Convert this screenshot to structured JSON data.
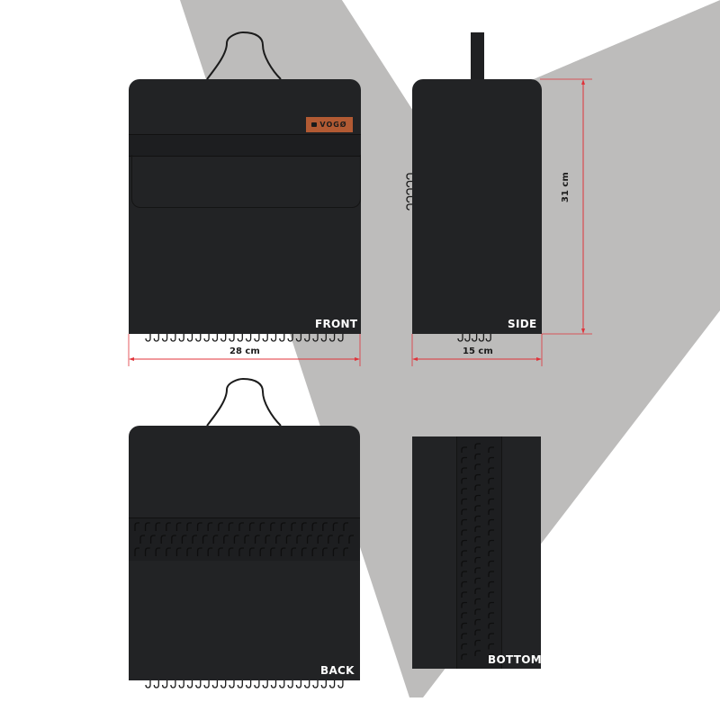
{
  "colors": {
    "background": "#ffffff",
    "v_shape": "#bdbcbb",
    "bag_body": "#222325",
    "bag_band": "#1d1e20",
    "brand_patch": "#b25a33",
    "dimension_line": "#e0333a",
    "view_label": "#ffffff"
  },
  "brand": {
    "name": "VOGØ"
  },
  "views": {
    "front": {
      "label": "FRONT",
      "width_dimension": "28 cm"
    },
    "side": {
      "label": "SIDE",
      "width_dimension": "15 cm",
      "height_dimension": "31 cm"
    },
    "back": {
      "label": "BACK"
    },
    "bottom": {
      "label": "BOTTOM"
    }
  },
  "hooks": {
    "front_bottom_row_count": 24,
    "side_bottom_row_count": 5,
    "side_left_column_count": 5,
    "back_band_rows": 3,
    "back_band_per_row": 21,
    "bottom_band_columns": 3,
    "back_bottom_row_count": 24
  }
}
